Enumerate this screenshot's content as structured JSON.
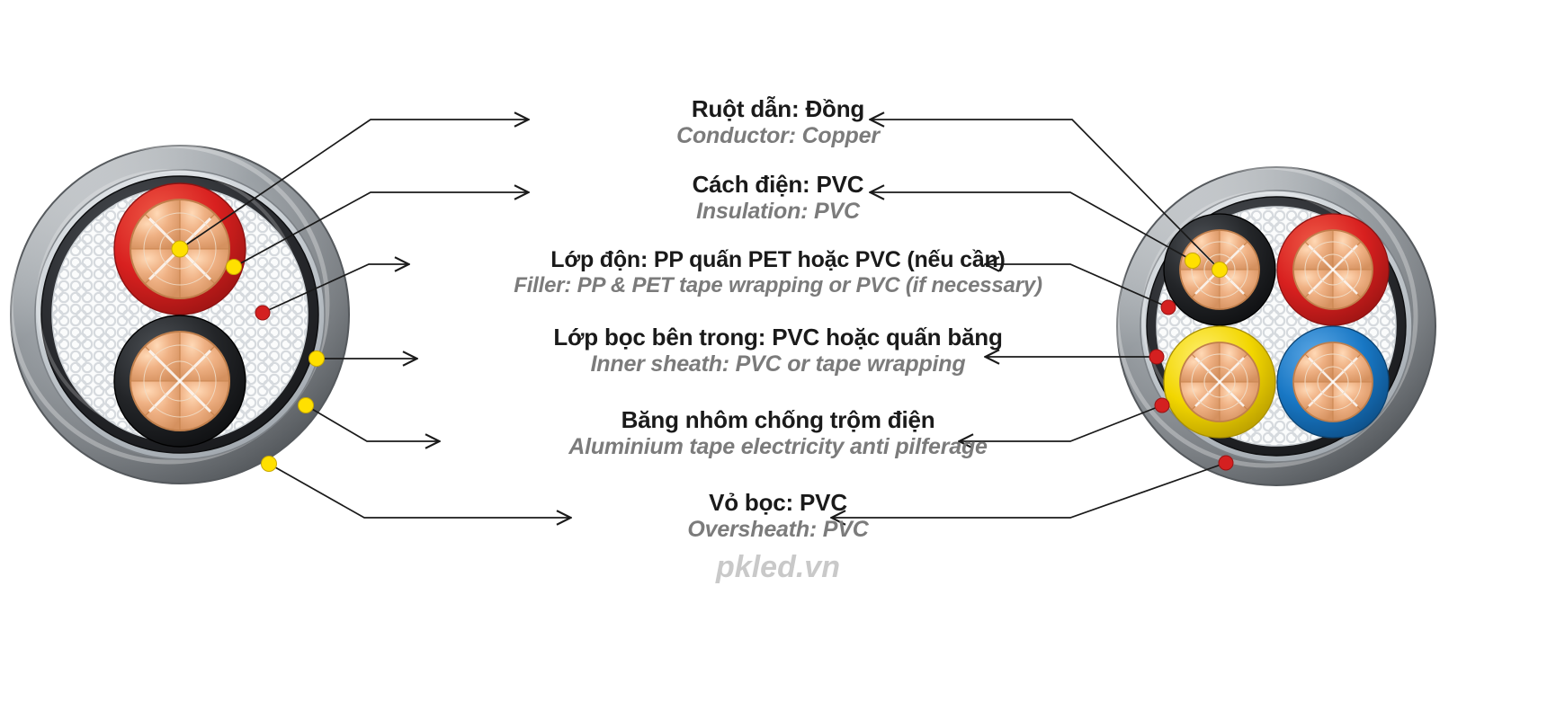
{
  "diagram": {
    "title_alt": "Cable construction cross-section",
    "watermark": "pkled.vn",
    "colors": {
      "vietnamese_text": "#1a1a1a",
      "english_text": "#7b7b7b",
      "leader_line": "#1a1a1a",
      "marker_yellow": "#ffe000",
      "marker_red": "#d42020",
      "oversheath_grey": "#8d9094",
      "inner_sheath_black": "#2b2d30",
      "filler_white": "#f4f5f6",
      "copper": "#e9a979",
      "core_red": "#d8201f",
      "core_black": "#1c1d20",
      "core_yellow": "#f2d600",
      "core_blue": "#1877c4",
      "watermark_grey": "#c9c9c9"
    }
  },
  "labels": [
    {
      "vi": "Ruột dẫn: Đồng",
      "en": "Conductor: Copper"
    },
    {
      "vi": "Cách điện: PVC",
      "en": "Insulation: PVC"
    },
    {
      "vi": "Lớp độn: PP quấn PET hoặc PVC (nếu cần)",
      "en": "Filler: PP & PET tape wrapping or PVC (if necessary)"
    },
    {
      "vi": "Lớp bọc bên trong: PVC hoặc quấn băng",
      "en": "Inner sheath: PVC or tape wrapping"
    },
    {
      "vi": "Băng nhôm chống trộm điện",
      "en": "Aluminium tape electricity anti pilferage"
    },
    {
      "vi": "Vỏ bọc: PVC",
      "en": "Oversheath: PVC"
    }
  ],
  "cables": {
    "left": {
      "name": "2-core cable cross-section",
      "core_count": 2,
      "core_colors": [
        "#d8201f",
        "#1c1d20"
      ]
    },
    "right": {
      "name": "4-core cable cross-section",
      "core_count": 4,
      "core_colors": [
        "#1c1d20",
        "#d8201f",
        "#f2d600",
        "#1877c4"
      ]
    }
  }
}
